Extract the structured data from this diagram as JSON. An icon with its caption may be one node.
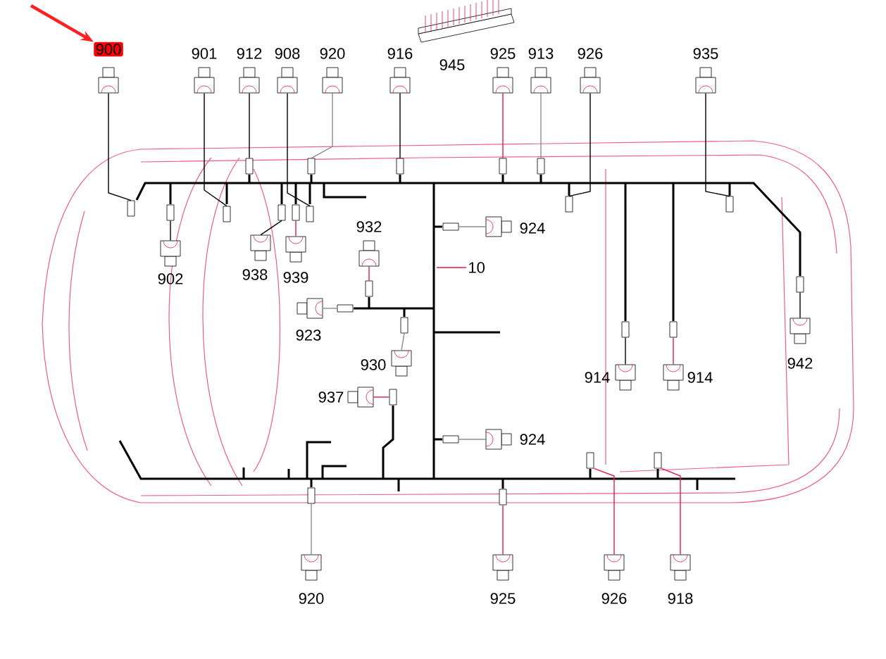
{
  "diagram": {
    "nodes": [
      {
        "text": [
          "900"
        ]
      },
      {
        "text": [
          "901"
        ]
      },
      {
        "text": [
          "912"
        ]
      },
      {
        "text": [
          "908"
        ]
      },
      {
        "text": [
          "920"
        ]
      },
      {
        "text": [
          "916"
        ]
      },
      {
        "text": [
          "945"
        ]
      },
      {
        "text": [
          "925"
        ]
      },
      {
        "text": [
          "913"
        ]
      },
      {
        "text": [
          "926"
        ]
      },
      {
        "text": [
          "935"
        ]
      },
      {
        "text": [
          "902"
        ]
      },
      {
        "text": [
          "938"
        ]
      },
      {
        "text": [
          "939"
        ]
      },
      {
        "text": [
          "932"
        ]
      },
      {
        "text": [
          "923"
        ]
      },
      {
        "text": [
          "930"
        ]
      },
      {
        "text": [
          "937"
        ]
      },
      {
        "text": [
          "924"
        ]
      },
      {
        "text": [
          "924"
        ]
      },
      {
        "text": [
          "10"
        ]
      },
      {
        "text": [
          "914"
        ]
      },
      {
        "text": [
          "914"
        ]
      },
      {
        "text": [
          "942"
        ]
      },
      {
        "text": [
          "920"
        ]
      },
      {
        "text": [
          "925"
        ]
      },
      {
        "text": [
          "926"
        ]
      },
      {
        "text": [
          "918"
        ]
      },
      {
        "text": [],
        "shape": "box"
      },
      {
        "text": [],
        "shape": "box"
      },
      {
        "text": [],
        "shape": "box"
      },
      {
        "text": [],
        "shape": "box"
      },
      {
        "text": [],
        "shape": "box"
      },
      {
        "text": [],
        "shape": "box"
      },
      {
        "text": [],
        "shape": "box"
      },
      {
        "text": [],
        "shape": "box"
      },
      {
        "text": [],
        "shape": "box"
      },
      {
        "text": [],
        "shape": "box"
      },
      {
        "text": [],
        "shape": "box"
      },
      {
        "text": [],
        "shape": "box"
      },
      {
        "text": [],
        "shape": "box"
      },
      {
        "text": [],
        "shape": "box"
      },
      {
        "text": [],
        "shape": "box"
      },
      {
        "text": [],
        "shape": "box"
      },
      {
        "text": [],
        "shape": "box"
      },
      {
        "text": [],
        "shape": "box"
      },
      {
        "text": [],
        "shape": "box"
      },
      {
        "text": [],
        "shape": "box"
      },
      {
        "text": [],
        "shape": "box"
      },
      {
        "text": [],
        "shape": "box"
      },
      {
        "text": [],
        "shape": "box"
      },
      {
        "text": [],
        "shape": "box"
      },
      {
        "text": [],
        "shape": "box"
      },
      {
        "text": [],
        "shape": "box"
      }
    ],
    "edges": [
      {
        "from": null,
        "to": 0,
        "arrow": "to",
        "style": "thick",
        "color": "#ff2020"
      },
      {
        "from": 20,
        "to": null,
        "arrow": "none",
        "color": "#e8174a"
      },
      {
        "from": 0,
        "to": 28,
        "arrow": "none"
      },
      {
        "from": 1,
        "to": 29,
        "arrow": "none"
      },
      {
        "from": 2,
        "to": 30,
        "arrow": "none"
      },
      {
        "from": 3,
        "to": 31,
        "arrow": "none"
      },
      {
        "from": 4,
        "to": 32,
        "arrow": "none",
        "color": "#8c8c8c"
      },
      {
        "from": 5,
        "to": 33,
        "arrow": "none"
      },
      {
        "from": 7,
        "to": 34,
        "arrow": "none",
        "color": "#e8174a"
      },
      {
        "from": 8,
        "to": 35,
        "arrow": "none",
        "color": "#8c8c8c"
      },
      {
        "from": 9,
        "to": 36,
        "arrow": "none"
      },
      {
        "from": 10,
        "to": 37,
        "arrow": "none"
      },
      {
        "from": 11,
        "to": 38,
        "arrow": "none"
      },
      {
        "from": 12,
        "to": 39,
        "arrow": "none"
      },
      {
        "from": 13,
        "to": 40,
        "arrow": "none",
        "color": "#e8174a"
      },
      {
        "from": 14,
        "to": 41,
        "arrow": "none",
        "color": "#e8174a"
      },
      {
        "from": 15,
        "to": 42,
        "arrow": "none",
        "color": "#8c8c8c"
      },
      {
        "from": 16,
        "to": 43,
        "arrow": "none",
        "color": "#8c8c8c"
      },
      {
        "from": 17,
        "to": 44,
        "arrow": "none",
        "color": "#e8174a"
      },
      {
        "from": 18,
        "to": 45,
        "arrow": "none",
        "color": "#8c8c8c"
      },
      {
        "from": 19,
        "to": 46,
        "arrow": "none",
        "color": "#8c8c8c"
      },
      {
        "from": 21,
        "to": 47,
        "arrow": "none"
      },
      {
        "from": 22,
        "to": 48,
        "arrow": "none",
        "color": "#e8174a"
      },
      {
        "from": 23,
        "to": 49,
        "arrow": "none"
      },
      {
        "from": 24,
        "to": 50,
        "arrow": "none",
        "color": "#8c8c8c"
      },
      {
        "from": 25,
        "to": 51,
        "arrow": "none",
        "color": "#e8174a"
      },
      {
        "from": 26,
        "to": 52,
        "arrow": "none",
        "color": "#e8174a"
      },
      {
        "from": 27,
        "to": 53,
        "arrow": "none",
        "color": "#e8174a"
      }
    ]
  }
}
